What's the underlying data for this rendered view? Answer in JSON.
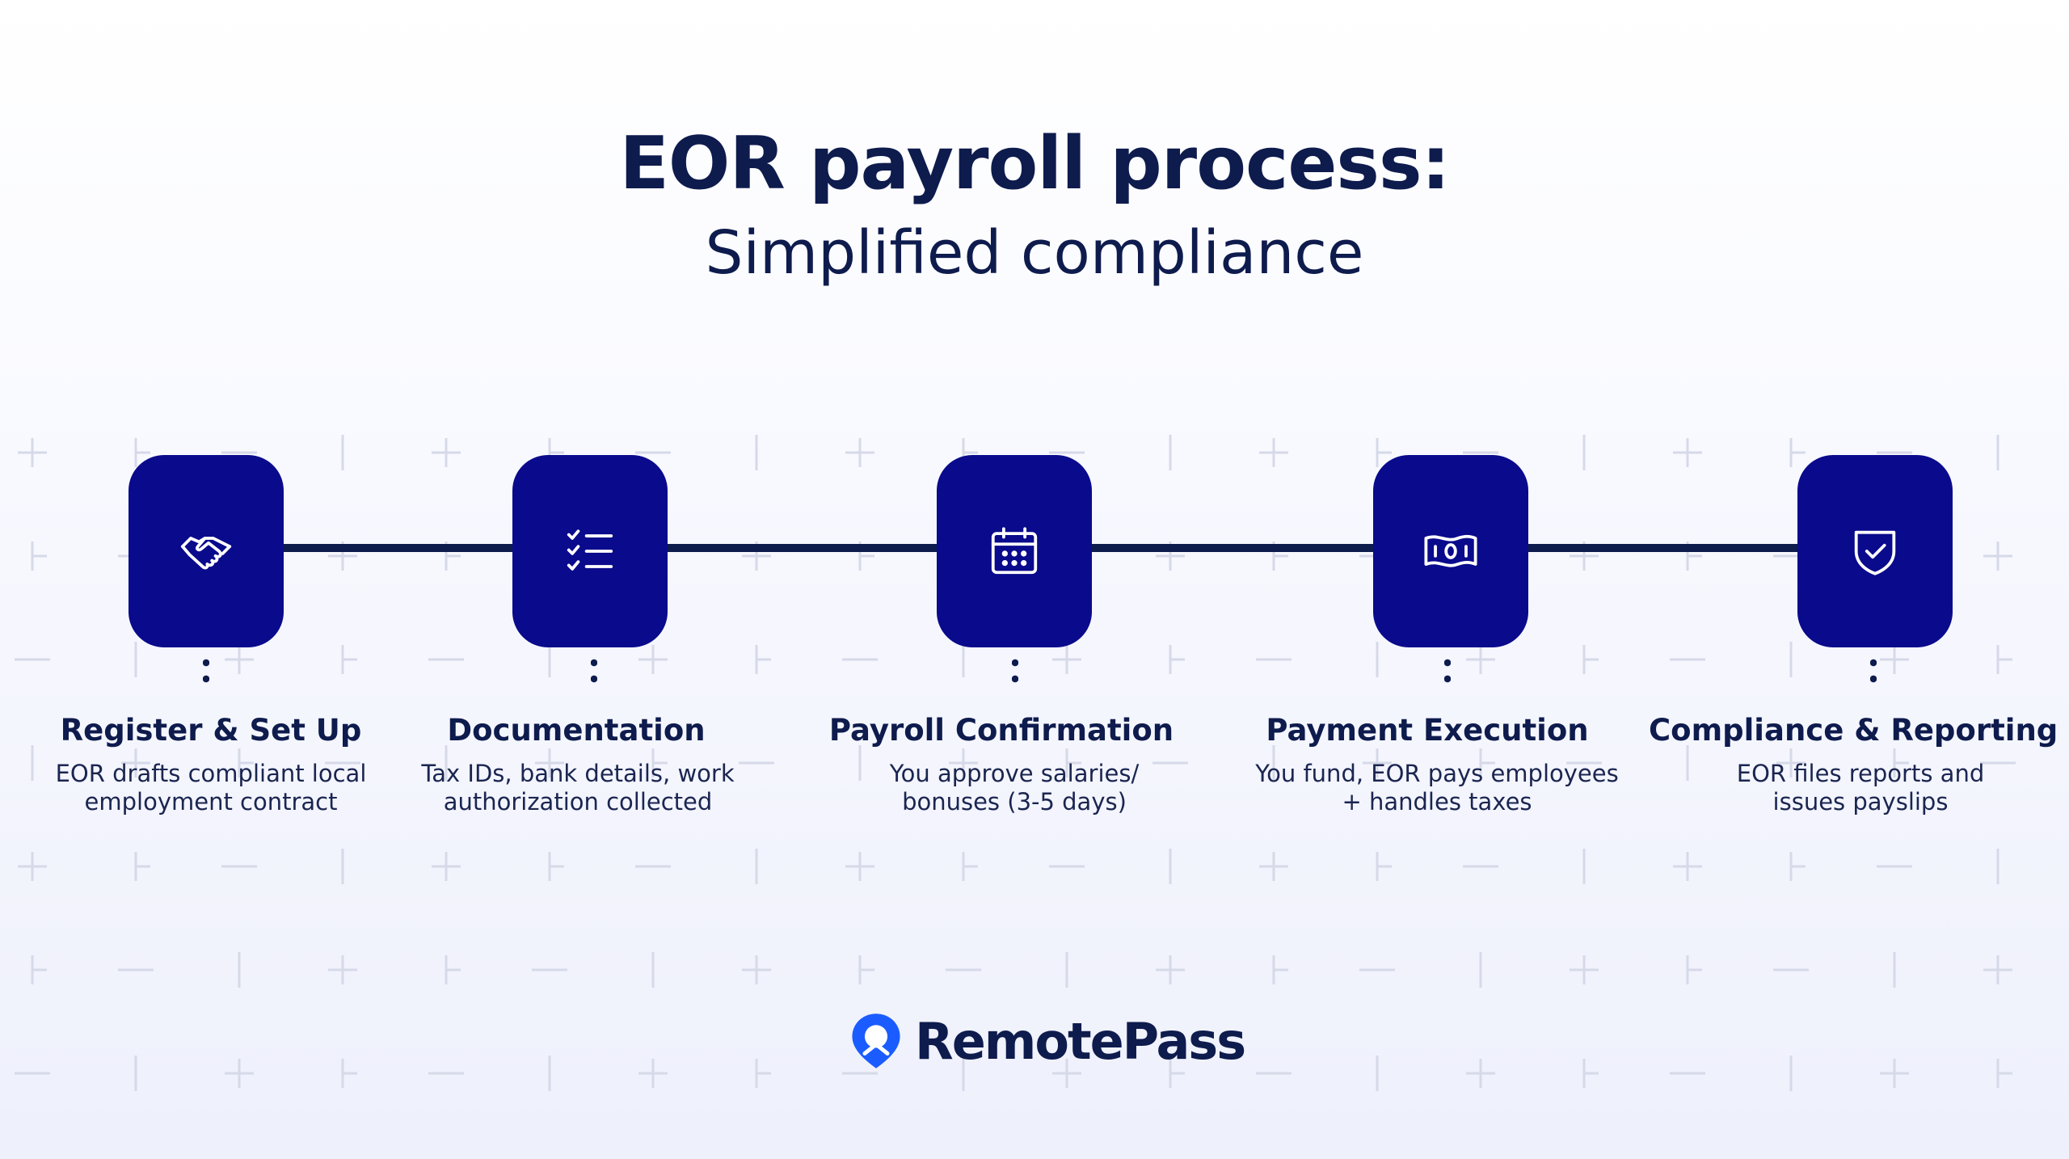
{
  "title": "EOR payroll process:",
  "subtitle": "Simplified compliance",
  "colors": {
    "box": "#0a0a8c",
    "text": "#0e1b4d",
    "logo": "#1a5cff"
  },
  "steps": [
    {
      "icon": "handshake-icon",
      "title": "Register & Set Up",
      "desc1": "EOR drafts compliant local",
      "desc2": "employment contract"
    },
    {
      "icon": "checklist-icon",
      "title": "Documentation",
      "desc1": "Tax IDs, bank details, work",
      "desc2": "authorization collected"
    },
    {
      "icon": "calendar-icon",
      "title": "Payroll Confirmation",
      "desc1": "You approve salaries/",
      "desc2": "bonuses (3-5 days)"
    },
    {
      "icon": "banknote-icon",
      "title": "Payment Execution",
      "desc1": "You fund, EOR pays employees",
      "desc2": "+ handles taxes"
    },
    {
      "icon": "shield-check-icon",
      "title": "Compliance & Reporting",
      "desc1": "EOR files reports and",
      "desc2": "issues payslips"
    }
  ],
  "brand": {
    "name": "RemotePass",
    "icon": "location-pin-icon"
  }
}
